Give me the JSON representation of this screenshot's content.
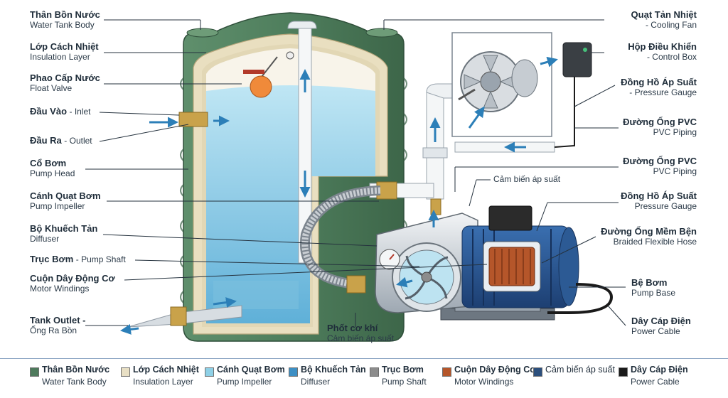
{
  "labels_left": [
    {
      "id": "tank-body",
      "title": "Thân Bồn Nước",
      "sub": "Water Tank Body"
    },
    {
      "id": "insulation",
      "title": "Lớp Cách Nhiệt",
      "sub": "Insulation Layer"
    },
    {
      "id": "float-valve",
      "title": "Phao Cấp Nước",
      "sub": "Float Valve"
    },
    {
      "id": "inlet",
      "title": "Đầu Vào",
      "sub": "- Inlet"
    },
    {
      "id": "outlet",
      "title": "Đầu Ra",
      "sub": "- Outlet"
    },
    {
      "id": "pump-head",
      "title": "Cổ Bơm",
      "sub": "Pump Head"
    },
    {
      "id": "impeller",
      "title": "Cánh Quạt Bơm",
      "sub": "Pump Impeller"
    },
    {
      "id": "diffuser",
      "title": "Bộ Khuếch Tản",
      "sub": "Diffuser"
    },
    {
      "id": "shaft",
      "title": "Trục Bơm",
      "sub": "- Pump Shaft"
    },
    {
      "id": "windings",
      "title": "Cuộn Dây Động Cơ",
      "sub": "Motor Windings"
    },
    {
      "id": "tank-outlet",
      "title": "Tank Outlet -",
      "sub": "Ống Ra Bồn"
    }
  ],
  "labels_right": [
    {
      "id": "cooling-fan",
      "title": "Quạt Tản Nhiệt",
      "sub": "- Cooling Fan"
    },
    {
      "id": "control-box",
      "title": "Hộp Điều Khiển",
      "sub": "- Control Box"
    },
    {
      "id": "pressure-gauge-1",
      "title": "Đồng Hồ Áp Suất",
      "sub": "- Pressure Gauge"
    },
    {
      "id": "pvc-1",
      "title": "Đường Ống PVC",
      "sub": "PVC Piping"
    },
    {
      "id": "pvc-2",
      "title": "Đường Ống PVC",
      "sub": "PVC Piping"
    },
    {
      "id": "pressure-gauge-2",
      "title": "Đồng Hồ Áp Suất",
      "sub": "Pressure Gauge"
    },
    {
      "id": "braided-hose",
      "title": "Đường Ống Mềm Bện",
      "sub": "Braided Flexible Hose"
    },
    {
      "id": "pump-base",
      "title": "Bệ Bơm",
      "sub": "Pump Base"
    },
    {
      "id": "power-cable",
      "title": "Dây Cáp Điện",
      "sub": "Power Cable"
    }
  ],
  "center_labels": {
    "pressure_sensor": "Cảm biến áp suất",
    "mech_seal_title": "Phốt cơ khí",
    "mech_seal_sub": "Cảm biến áp suất"
  },
  "legend": [
    {
      "title": "Thân Bồn Nước",
      "sub": "Water Tank Body",
      "color": "#4e7a5c"
    },
    {
      "title": "Lớp Cách Nhiệt",
      "sub": "Insulation Layer",
      "color": "#e8dfc4"
    },
    {
      "title": "Cánh Quạt Bơm",
      "sub": "Pump Impeller",
      "color": "#8ed0e6"
    },
    {
      "title": "Bộ Khuếch Tản",
      "sub": "Diffuser",
      "color": "#3d8fc4"
    },
    {
      "title": "Trục Bơm",
      "sub": "Pump Shaft",
      "color": "#8c8c8c"
    },
    {
      "title": "Cuộn Dây Động Cơ",
      "sub": "Motor Windings",
      "color": "#b5562a"
    },
    {
      "title": "Cảm biến áp suất",
      "sub": "",
      "color": "#2c4f7c"
    },
    {
      "title": "Dây Cáp Điện",
      "sub": "Power Cable",
      "color": "#1a1a1a"
    }
  ]
}
